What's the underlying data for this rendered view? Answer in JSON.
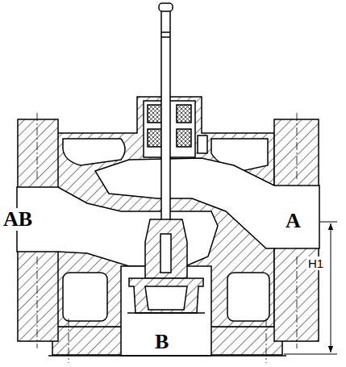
{
  "diagram": {
    "labels": [
      "AB",
      "A",
      "B",
      "H1"
    ]
  }
}
